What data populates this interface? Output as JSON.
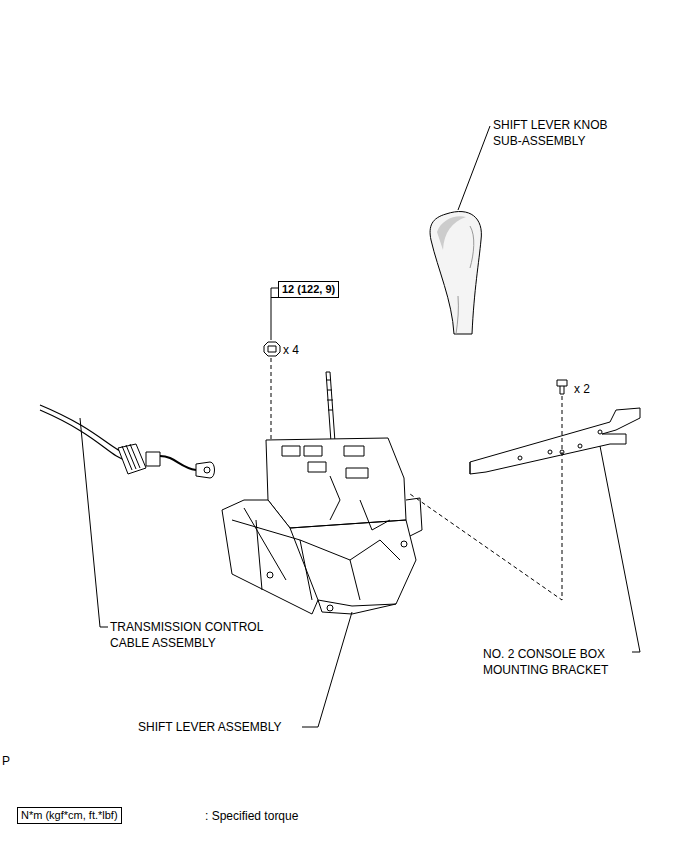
{
  "diagram": {
    "nodes": [
      {
        "text": [
          "12 (122, 9)"
        ]
      },
      {
        "text": [
          "N*m (kgf*cm, ft.*lbf)"
        ]
      }
    ],
    "labels": [
      "SHIFT LEVER KNOB SUB-ASSEMBLY",
      "x 4",
      "x 2",
      "TRANSMISSION CONTROL CABLE ASSEMBLY",
      "NO. 2 CONSOLE BOX MOUNTING BRACKET",
      "SHIFT LEVER ASSEMBLY",
      ": Specified torque",
      "P"
    ]
  }
}
